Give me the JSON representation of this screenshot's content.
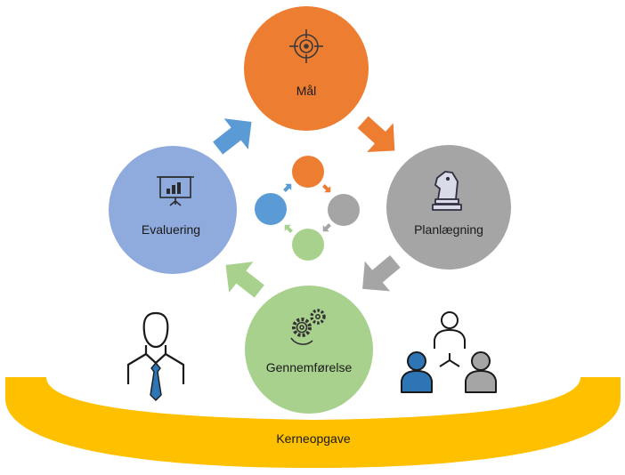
{
  "nodes": {
    "maal": {
      "label": "Mål",
      "color": "#ED7D31",
      "icon": "target-icon"
    },
    "planlaegning": {
      "label": "Planlægning",
      "color": "#A5A5A5",
      "icon": "chess-knight-icon"
    },
    "gennemfoerelse": {
      "label": "Gennemførelse",
      "color": "#A9D18E",
      "icon": "gears-icon"
    },
    "evaluering": {
      "label": "Evaluering",
      "color": "#8FAADC",
      "icon": "presentation-chart-icon"
    }
  },
  "base": {
    "label": "Kerneopgave",
    "color": "#FFC000"
  },
  "arrow_colors": {
    "orange": "#ED7D31",
    "gray": "#A5A5A5",
    "green": "#A9D18E",
    "blue": "#5B9BD5"
  },
  "figures": {
    "left": "business-person-icon",
    "right": "team-hierarchy-icon"
  }
}
